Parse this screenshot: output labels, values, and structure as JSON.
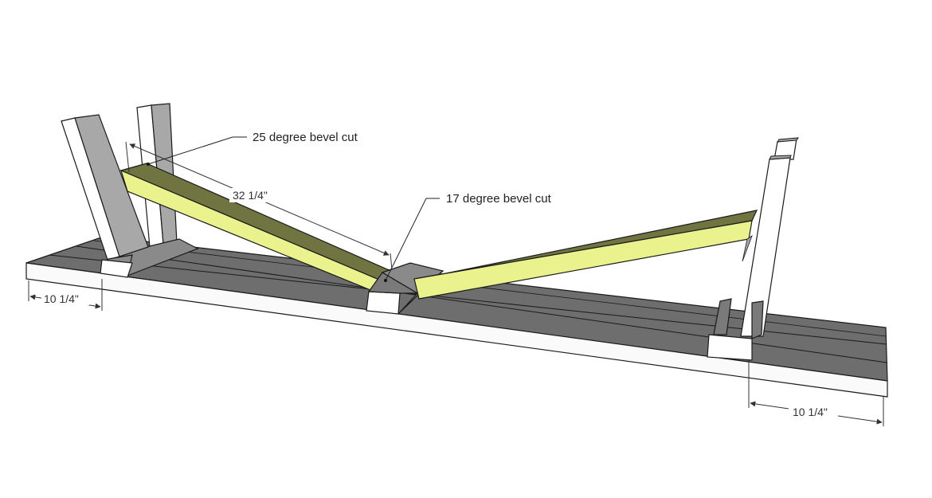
{
  "diagram": {
    "callouts": {
      "bevel_25": "25 degree bevel cut",
      "bevel_17": "17 degree bevel cut"
    },
    "dimensions": {
      "brace_length": "32 1/4\"",
      "left_offset": "10 1/4\"",
      "right_offset": "10 1/4\""
    }
  },
  "colors": {
    "board_top": "#6e6e6e",
    "board_edge": "#fafafa",
    "leg_face": "#a8a8a8",
    "leg_side": "#ffffff",
    "block": "#8a8a8a",
    "brace_face": "#eaf28e",
    "brace_top": "#6f7440",
    "outline": "#1a1a1a",
    "dim_line": "#333333"
  }
}
